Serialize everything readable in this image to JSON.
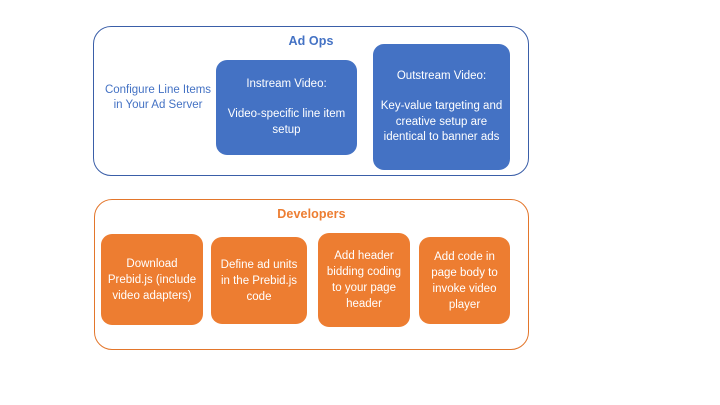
{
  "diagram": {
    "background_color": "#FFFFFF",
    "groups": [
      {
        "name": "ad-ops",
        "title": "Ad Ops",
        "title_color": "#4472C4",
        "border_color": "#3A5EA8",
        "items": [
          {
            "style": "plain-text",
            "text_color": "#4472C4",
            "heading": "",
            "body": "Configure Line Items in Your Ad Server"
          },
          {
            "style": "filled",
            "fill_color": "#4472C4",
            "text_color": "#FFFFFF",
            "heading": "Instream Video:",
            "body": "Video-specific line item setup"
          },
          {
            "style": "filled",
            "fill_color": "#4472C4",
            "text_color": "#FFFFFF",
            "heading": "Outstream Video:",
            "body": "Key-value targeting and creative setup are identical to banner ads"
          }
        ]
      },
      {
        "name": "developers",
        "title": "Developers",
        "title_color": "#ED7D31",
        "border_color": "#E3762B",
        "items": [
          {
            "style": "filled",
            "fill_color": "#ED7D31",
            "text_color": "#FFFFFF",
            "heading": "",
            "body": "Download Prebid.js (include video adapters)"
          },
          {
            "style": "filled",
            "fill_color": "#ED7D31",
            "text_color": "#FFFFFF",
            "heading": "",
            "body": "Define ad units in the Prebid.js code"
          },
          {
            "style": "filled",
            "fill_color": "#ED7D31",
            "text_color": "#FFFFFF",
            "heading": "",
            "body": "Add header bidding coding to your page header"
          },
          {
            "style": "filled",
            "fill_color": "#ED7D31",
            "text_color": "#FFFFFF",
            "heading": "",
            "body": "Add code in page body to invoke video player"
          }
        ]
      }
    ]
  }
}
